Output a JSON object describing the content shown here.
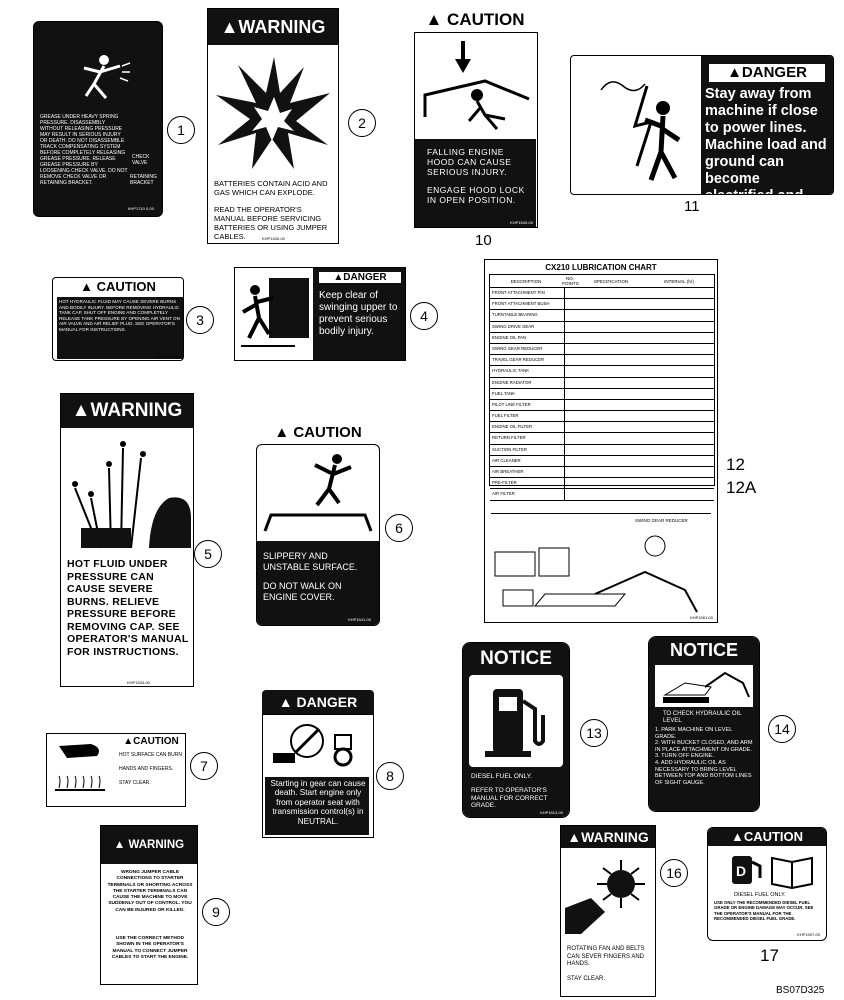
{
  "decals": {
    "d1": {
      "text": "GREASE UNDER HEAVY SPRING PRESSURE. DISASSEMBLY WITHOUT RELEASING PRESSURE MAY RESULT IN SERIOUS INJURY OR DEATH. DO NOT DISASSEMBLE TRACK COMPENSATING SYSTEM BEFORE COMPLETELY RELEASING GREASE PRESSURE. RELEASE GREASE PRESSURE BY LOOSENING CHECK VALVE. DO NOT REMOVE CHECK VALVE OR RETAINING BRACKET.",
      "label_check": "CHECK VALVE",
      "label_bracket": "RETAINING BRACKET",
      "pn": "KHP1710 0-00"
    },
    "d2": {
      "header": "WARNING",
      "text1": "BATTERIES CONTAIN ACID AND GAS WHICH CAN EXPLODE.",
      "text2": "READ THE OPERATOR'S MANUAL BEFORE SERVICING BATTERIES OR USING JUMPER CABLES.",
      "pn": "KHP1530-00"
    },
    "d3": {
      "header": "CAUTION",
      "text": "HOT HYDRAULIC FLUID MAY CAUSE SEVERE BURNS AND BODILY INJURY. BEFORE REMOVING HYDRAULIC TANK CAP, SHUT OFF ENGINE AND COMPLETELY RELEASE TANK PRESSURE BY OPENING AIR VENT ON AIR VALVE AND AIR RELIEF PLUG. SEE OPERATOR'S MANUAL FOR INSTRUCTIONS.",
      "pn": "KHP1542-00"
    },
    "d4": {
      "header": "DANGER",
      "text": "Keep clear of swinging upper to prevent serious bodily injury."
    },
    "d5": {
      "header": "WARNING",
      "text": "HOT FLUID UNDER PRESSURE CAN CAUSE SEVERE BURNS. RELIEVE PRESSURE BEFORE REMOVING CAP. SEE OPERATOR'S MANUAL FOR INSTRUCTIONS.",
      "pn": "KHP1534-00"
    },
    "d6": {
      "header": "CAUTION",
      "text1": "SLIPPERY AND UNSTABLE SURFACE.",
      "text2": "DO NOT WALK ON ENGINE COVER.",
      "pn": "KHP1541-00"
    },
    "d7": {
      "header": "CAUTION",
      "line1": "HOT SURFACE CAN BURN",
      "line2": "HANDS AND FINGERS.",
      "line3": "STAY CLEAR."
    },
    "d8": {
      "header": "DANGER",
      "text": "Starting in gear can cause death. Start engine only from operator seat with transmission control(s) in NEUTRAL."
    },
    "d9": {
      "header": "WARNING",
      "text1": "WRONG JUMPER CABLE CONNECTIONS TO STARTER TERMINALS OR SHORTING ACROSS THE STARTER TERMINALS CAN CAUSE THE MACHINE TO MOVE SUDDENLY OUT OF CONTROL. YOU CAN BE INJURED OR KILLED.",
      "text2": "USE THE CORRECT METHOD SHOWN IN THE OPERATOR'S MANUAL TO CONNECT JUMPER CABLES TO START THE ENGINE."
    },
    "d10": {
      "header": "CAUTION",
      "text1": "FALLING ENGINE HOOD CAN CAUSE SERIOUS INJURY.",
      "text2": "ENGAGE HOOD LOCK IN OPEN POSITION.",
      "pn": "KHP1540-00"
    },
    "d11": {
      "header": "DANGER",
      "text": "Stay away from machine if close to power lines. Machine load and ground can become electrified and deadly."
    },
    "d12": {
      "title": "CX210 LUBRICATION CHART",
      "col_desc": "DESCRIPTION",
      "col_no": "NO. POINTS",
      "col_spec": "SPECIFICATION",
      "col_interval": "INTERVAL (hr)",
      "rows": [
        "FRONT ATTACHMENT PIN",
        "FRONT ATTACHMENT BUSH",
        "TURNTABLE BEARING",
        "SWING DRIVE GEAR",
        "ENGINE OIL PAN",
        "SWING GEAR REDUCER",
        "TRAVEL GEAR REDUCER",
        "HYDRAULIC TANK",
        "ENGINE RADIATOR",
        "FUEL TANK",
        "PILOT LINE FILTER",
        "FUEL FILTER",
        "ENGINE OIL FILTER",
        "RETURN FILTER",
        "SUCTION FILTER",
        "AIR CLEANER",
        "AIR BREATHER",
        "PRE-FILTER",
        "AIR FILTER"
      ],
      "bottom_title": "SWING GEAR REDUCER",
      "pn": "KHP1561-00"
    },
    "d13": {
      "header": "NOTICE",
      "text1": "DIESEL FUEL ONLY.",
      "text2": "REFER TO OPERATOR'S MANUAL FOR CORRECT GRADE.",
      "pn": "KHP1513-00"
    },
    "d14": {
      "header": "NOTICE",
      "title": "TO CHECK HYDRAULIC OIL LEVEL",
      "steps": [
        "1. PARK MACHINE ON LEVEL GRADE.",
        "2. WITH BUCKET CLOSED, AND ARM IN PLACE ATTACHMENT ON GRADE.",
        "3. TURN OFF ENGINE.",
        "4. ADD HYDRAULIC OIL AS NECESSARY TO BRING LEVEL BETWEEN TOP AND BOTTOM LINES OF SIGHT GAUGE."
      ]
    },
    "d16": {
      "header": "WARNING",
      "text1": "ROTATING FAN AND BELTS CAN SEVER FINGERS AND HANDS.",
      "text2": "STAY CLEAR."
    },
    "d17": {
      "header": "CAUTION",
      "text1": "DIESEL FUEL ONLY.",
      "text2": "USE ONLY THE RECOMMENDED DIESEL FUEL GRADE OR ENGINE DAMAGE MAY OCCUR. SEE THE OPERATOR'S MANUAL FOR THE RECOMMENDED DIESEL FUEL GRADE.",
      "pn": "KHP1597-00"
    }
  },
  "callouts": {
    "c1": "1",
    "c2": "2",
    "c3": "3",
    "c4": "4",
    "c5": "5",
    "c6": "6",
    "c7": "7",
    "c8": "8",
    "c9": "9",
    "c13": "13",
    "c14": "14",
    "c16": "16"
  },
  "numbers": {
    "n10": "10",
    "n11": "11",
    "n12": "12",
    "n12a": "12A",
    "n17": "17"
  },
  "figure_id": "BS07D325"
}
